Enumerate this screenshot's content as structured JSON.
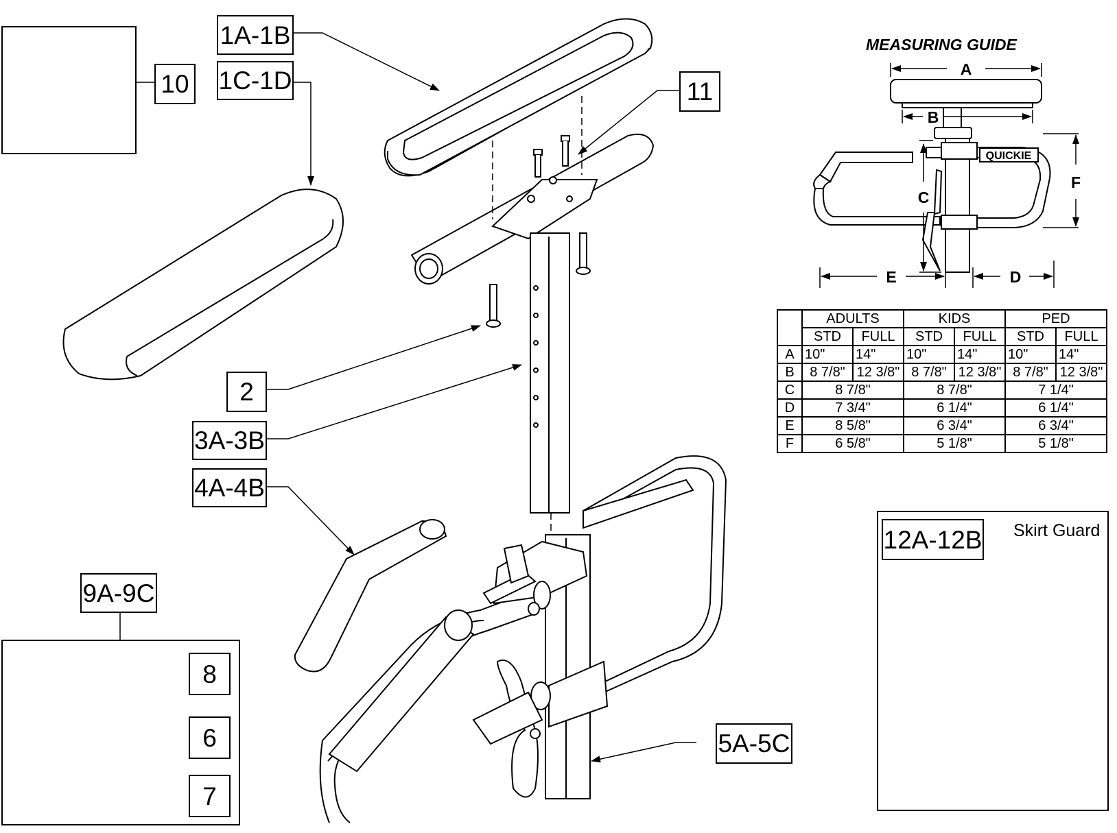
{
  "callouts": {
    "c10": "10",
    "c1a": "1A-1B",
    "c1c": "1C-1D",
    "c11": "11",
    "c2": "2",
    "c3": "3A-3B",
    "c4": "4A-4B",
    "c9": "9A-9C",
    "c8": "8",
    "c6": "6",
    "c7": "7",
    "c5": "5A-5C",
    "c12": "12A-12B"
  },
  "skirt_guard_label": "Skirt Guard",
  "measuring_guide": {
    "title": "MEASURING GUIDE",
    "dimension_letters": [
      "A",
      "B",
      "C",
      "D",
      "E",
      "F"
    ],
    "logo_text": "QUICKIE",
    "groups": [
      "ADULTS",
      "KIDS",
      "PED"
    ],
    "subheaders": [
      "STD",
      "FULL",
      "STD",
      "FULL",
      "STD",
      "FULL"
    ],
    "rows_split": [
      {
        "label": "A",
        "values": [
          "10\"",
          "14\"",
          "10\"",
          "14\"",
          "10\"",
          "14\""
        ]
      },
      {
        "label": "B",
        "values": [
          "8 7/8\"",
          "12 3/8\"",
          "8 7/8\"",
          "12 3/8\"",
          "8 7/8\"",
          "12 3/8\""
        ]
      }
    ],
    "rows_merged": [
      {
        "label": "C",
        "values": [
          "8 7/8\"",
          "8 7/8\"",
          "7 1/4\""
        ]
      },
      {
        "label": "D",
        "values": [
          "7 3/4\"",
          "6 1/4\"",
          "6 1/4\""
        ]
      },
      {
        "label": "E",
        "values": [
          "8 5/8\"",
          "6 3/4\"",
          "6 3/4\""
        ]
      },
      {
        "label": "F",
        "values": [
          "6 5/8\"",
          "5 1/8\"",
          "5 1/8\""
        ]
      }
    ]
  }
}
